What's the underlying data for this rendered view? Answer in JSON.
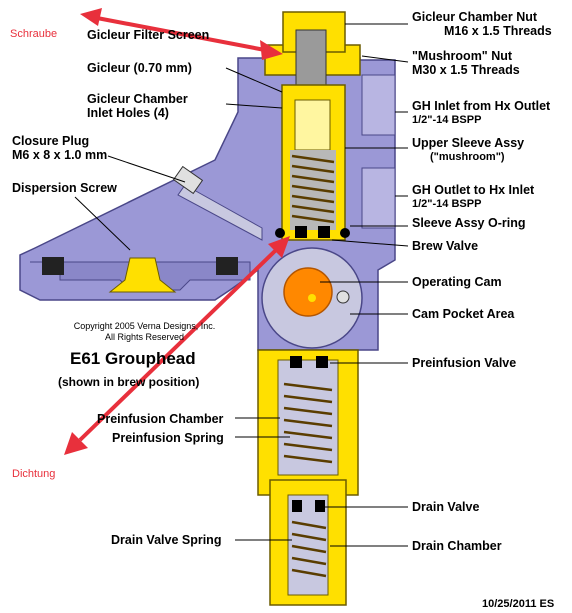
{
  "annotations": {
    "schraube": "Schraube",
    "dichtung": "Dichtung"
  },
  "labels_right": {
    "chamber_nut_1": "Gicleur Chamber Nut",
    "chamber_nut_2": "M16 x 1.5 Threads",
    "mushroom_nut_1": "\"Mushroom\" Nut",
    "mushroom_nut_2": "M30 x 1.5 Threads",
    "gh_inlet_1": "GH Inlet from Hx Outlet",
    "gh_inlet_2": "1/2\"-14 BSPP",
    "upper_sleeve_1": "Upper Sleeve Assy",
    "upper_sleeve_2": "(\"mushroom\")",
    "gh_outlet_1": "GH Outlet to Hx Inlet",
    "gh_outlet_2": "1/2\"-14 BSPP",
    "sleeve_oring": "Sleeve Assy O-ring",
    "brew_valve": "Brew Valve",
    "operating_cam": "Operating Cam",
    "cam_pocket": "Cam Pocket Area",
    "preinfusion_valve": "Preinfusion Valve",
    "drain_valve": "Drain Valve",
    "drain_chamber": "Drain Chamber"
  },
  "labels_left": {
    "filter_screen": "Gicleur Filter Screen",
    "gicleur": "Gicleur (0.70 mm)",
    "inlet_holes_1": "Gicleur Chamber",
    "inlet_holes_2": "Inlet Holes (4)",
    "closure_plug_1": "Closure Plug",
    "closure_plug_2": "M6 x 8 x 1.0 mm",
    "dispersion_screw": "Dispersion Screw",
    "preinfusion_chamber": "Preinfusion Chamber",
    "preinfusion_spring": "Preinfusion Spring",
    "drain_valve_spring": "Drain Valve Spring"
  },
  "copyright_1": "Copyright 2005 Verna Designs, Inc.",
  "copyright_2": "All Rights Reserved",
  "title": "E61 Grouphead",
  "subtitle": "(shown in brew position)",
  "date_stamp": "10/25/2011 ES",
  "colors": {
    "body": "#9b98d6",
    "body_dark": "#6b68a8",
    "yellow": "#ffe000",
    "water": "#c8c8e0",
    "arrow": "#e8303c",
    "cam": "#ff8800"
  }
}
